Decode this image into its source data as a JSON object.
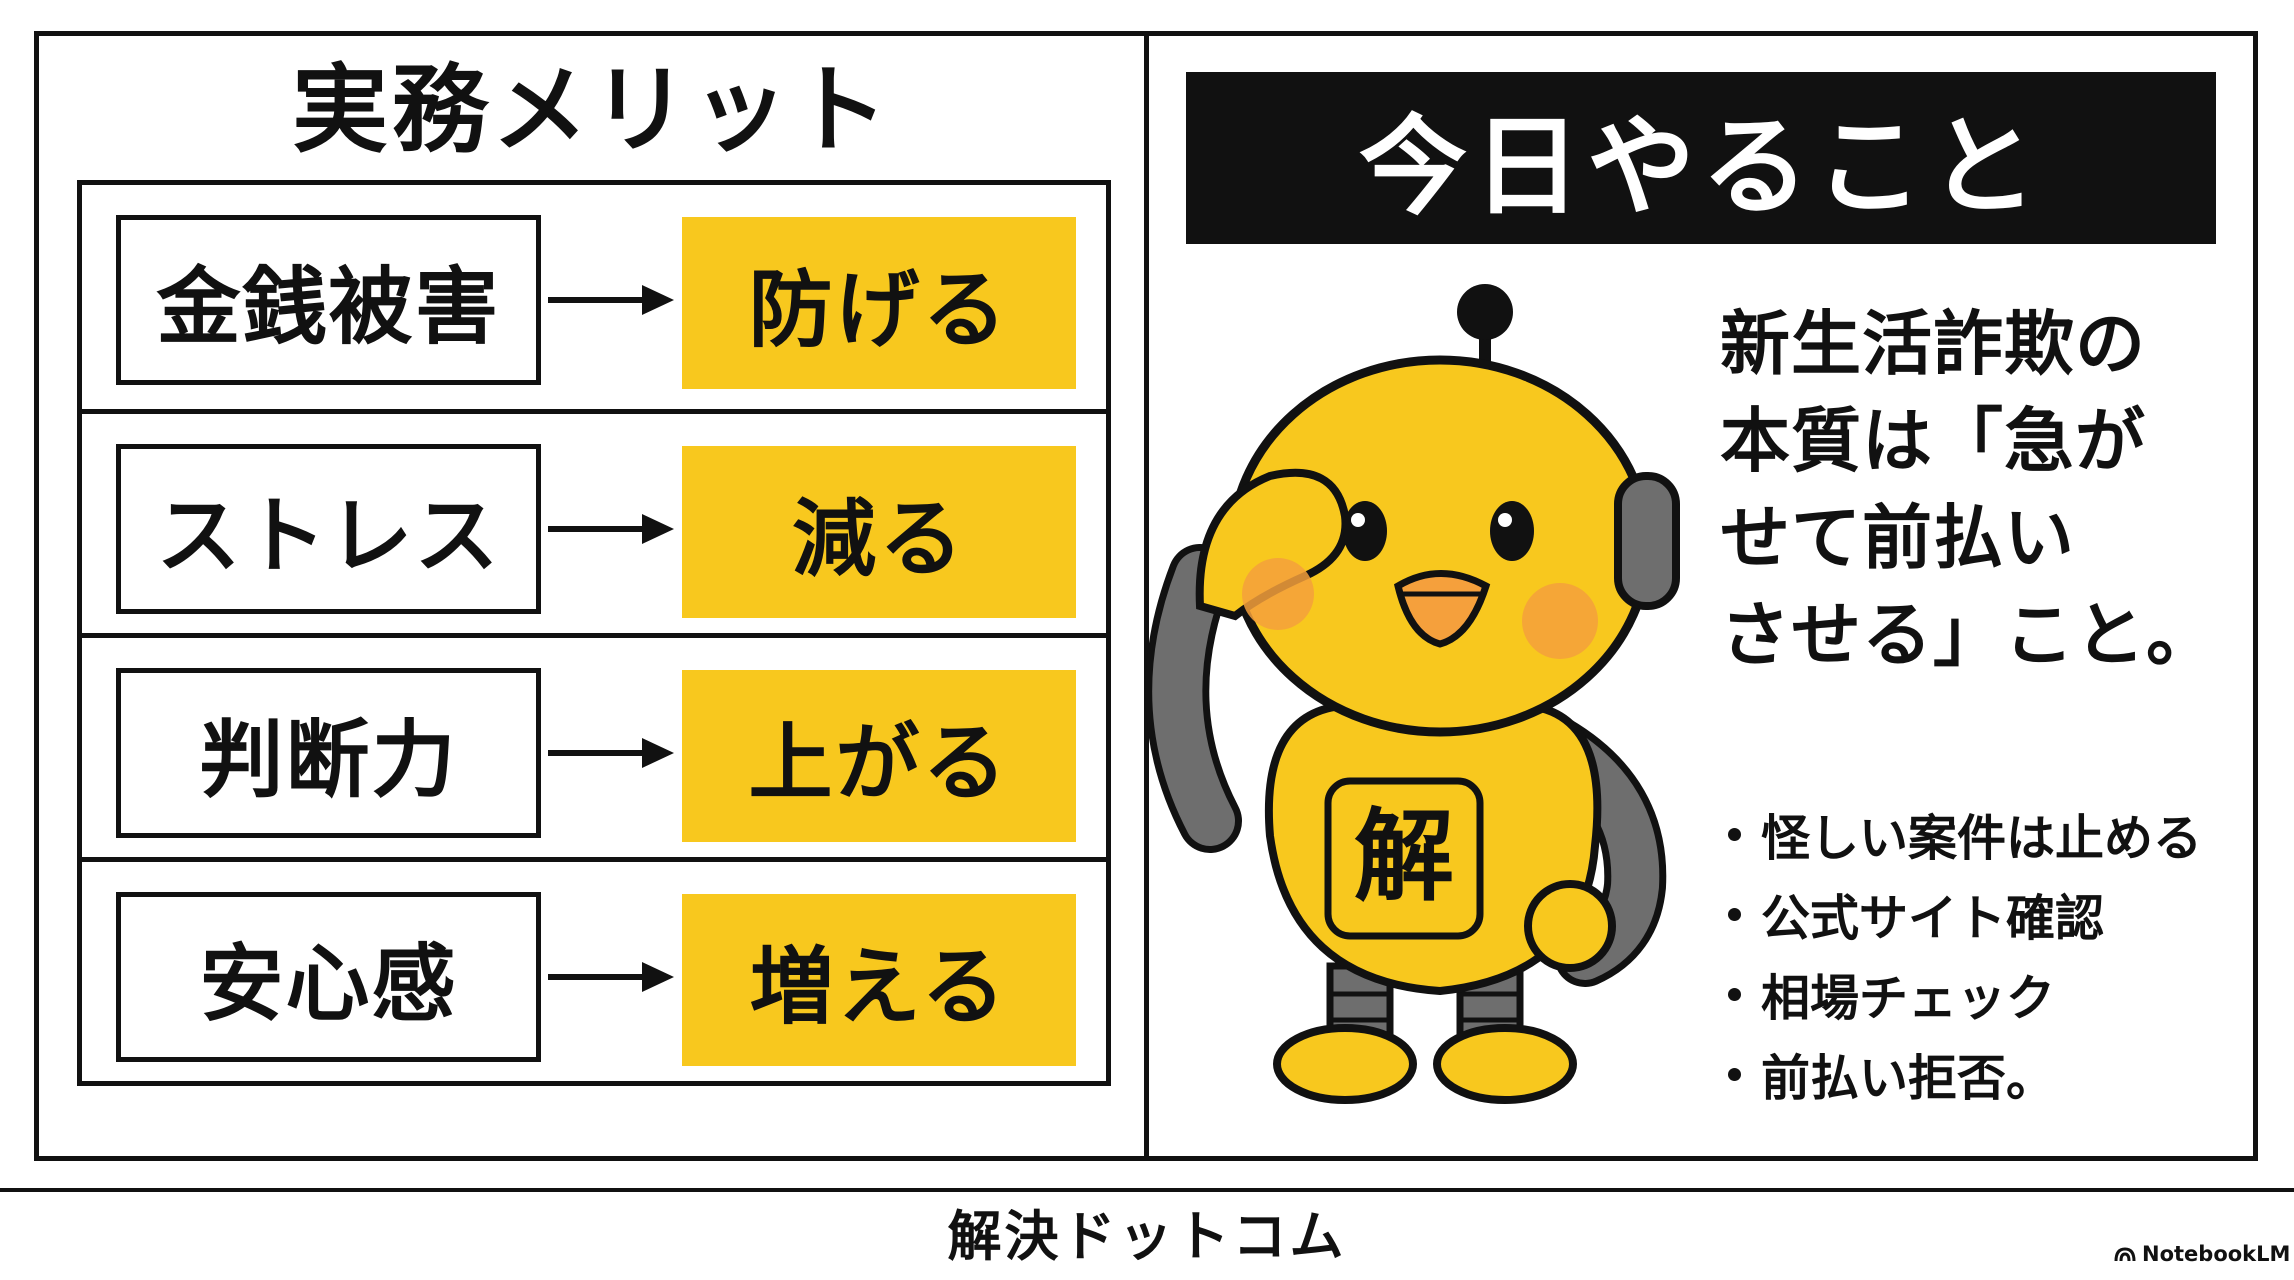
{
  "left_panel": {
    "title": "実務メリット",
    "rows": [
      {
        "label": "金銭被害",
        "result": "防げる"
      },
      {
        "label": "ストレス",
        "result": "減る"
      },
      {
        "label": "判断力",
        "result": "上がる"
      },
      {
        "label": "安心感",
        "result": "増える"
      }
    ]
  },
  "right_panel": {
    "header": "今日やること",
    "mascot_badge": "解",
    "essence_lines": [
      "新生活詐欺の",
      "本質は「急が",
      "せて前払い",
      "させる」こと。"
    ],
    "todo": [
      "怪しい案件は止める",
      "公式サイト確認",
      "相場チェック",
      "前払い拒否。"
    ]
  },
  "footer": {
    "brand": "解決ドットコム",
    "watermark": "NotebookLM"
  },
  "colors": {
    "accent_yellow": "#F8C81E",
    "ink": "#111111",
    "header_bg": "#111111",
    "cheek": "#F5A03C",
    "robot_gray": "#6E6E6E"
  },
  "icons": [
    "arrow-right-icon",
    "notebooklm-logo-icon"
  ]
}
